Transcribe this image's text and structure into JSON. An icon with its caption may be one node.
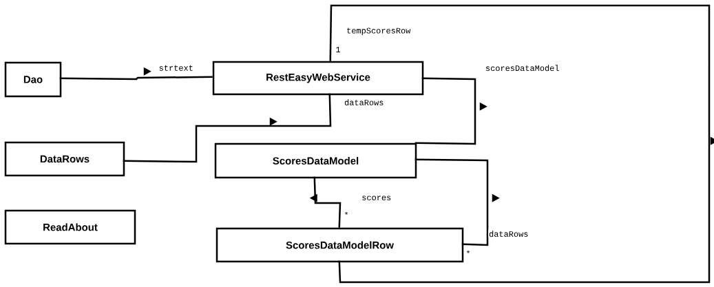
{
  "diagram": {
    "nodes": [
      {
        "text": [
          "Dao"
        ]
      },
      {
        "text": [
          "RestEasyWebService"
        ]
      },
      {
        "text": [
          "DataRows"
        ]
      },
      {
        "text": [
          "ScoresDataModel"
        ]
      },
      {
        "text": [
          "ReadAbout"
        ]
      },
      {
        "text": [
          "ScoresDataModelRow"
        ]
      }
    ],
    "edges": [
      {
        "from": 0,
        "to": 1,
        "arrow": "none",
        "label": "strtext"
      },
      {
        "from": 1,
        "to": 2,
        "arrow": "none",
        "label": "dataRows"
      },
      {
        "from": 1,
        "to": 3,
        "arrow": "none",
        "label": "scoresDataModel"
      },
      {
        "from": 3,
        "to": 5,
        "arrow": "none",
        "label": "scores"
      },
      {
        "from": 3,
        "to": 5,
        "arrow": "none",
        "label": "dataRows"
      },
      {
        "from": 1,
        "to": 5,
        "arrow": "none",
        "label": "tempScoresRow"
      }
    ],
    "labels": [
      "1",
      "*",
      "*"
    ]
  }
}
